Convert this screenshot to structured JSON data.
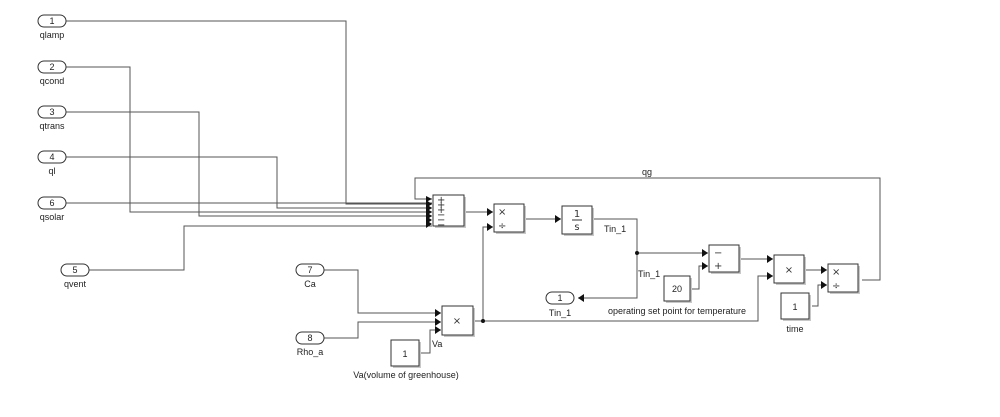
{
  "diagram": {
    "inports": [
      {
        "number": "1",
        "label": "qlamp"
      },
      {
        "number": "2",
        "label": "qcond"
      },
      {
        "number": "3",
        "label": "qtrans"
      },
      {
        "number": "4",
        "label": "ql"
      },
      {
        "number": "6",
        "label": "qsolar"
      },
      {
        "number": "5",
        "label": "qvent"
      },
      {
        "number": "7",
        "label": "Ca"
      },
      {
        "number": "8",
        "label": "Rho_a"
      }
    ],
    "outport": {
      "number": "1",
      "label": "Tin_1"
    },
    "sum_block": {
      "signs": [
        "+",
        "+",
        "+",
        "−",
        "−",
        "−"
      ]
    },
    "divide_block_1": {
      "signs": [
        "×",
        "÷"
      ]
    },
    "integrator": {
      "numerator": "1",
      "denominator": "s"
    },
    "subtract_block": {
      "signs": [
        "−",
        "+"
      ]
    },
    "product_block": {
      "symbol": "×"
    },
    "divide_block_2": {
      "signs": [
        "×",
        "÷"
      ]
    },
    "product_3_block": {
      "symbol": "×"
    },
    "constants": {
      "setpoint": {
        "value": "20",
        "label": "operating set point for temperature"
      },
      "time": {
        "value": "1",
        "label": "time"
      },
      "volume": {
        "value": "1",
        "label": "Va(volume of greenhouse)"
      }
    },
    "signal_labels": {
      "feedback": "qg",
      "integrator_out": "Tin_1",
      "branch_out": "Tin_1",
      "volume_signal": "Va"
    }
  }
}
